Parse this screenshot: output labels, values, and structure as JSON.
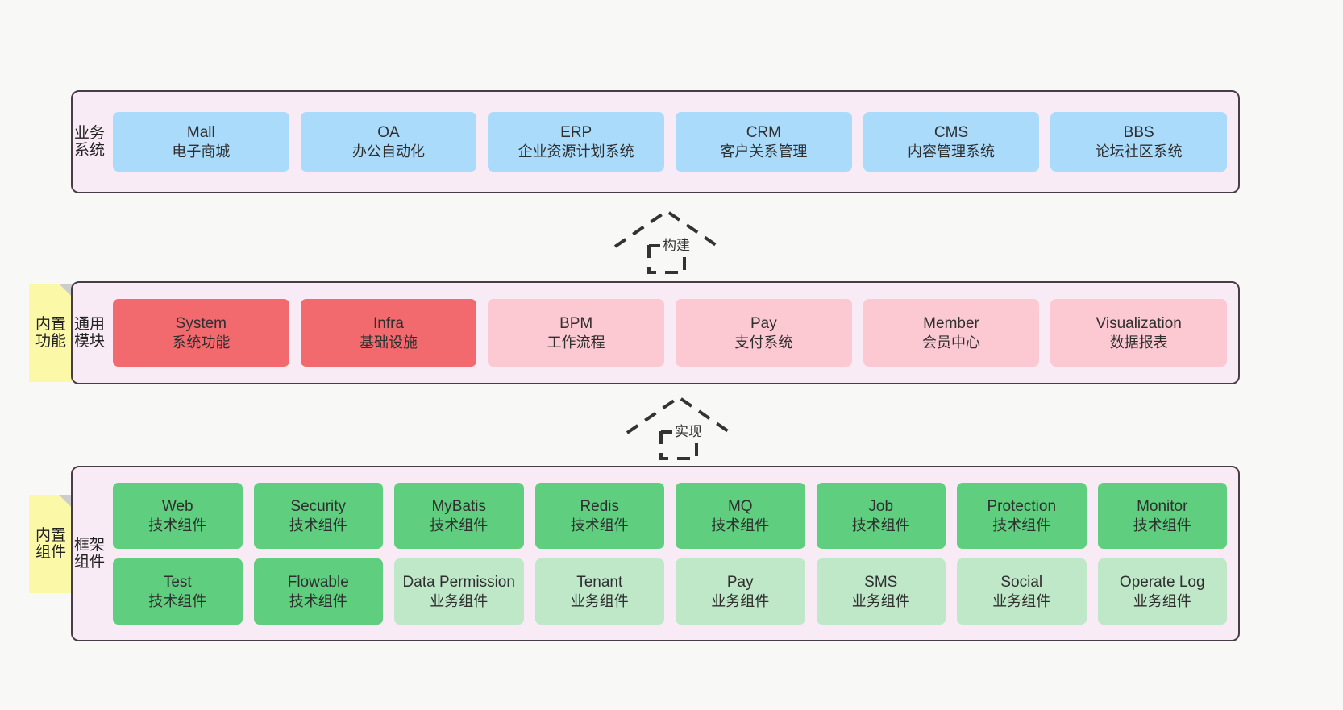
{
  "layers": [
    {
      "title": "业务系统",
      "name": "business-systems",
      "cards": [
        {
          "en": "Mall",
          "cn": "电子商城"
        },
        {
          "en": "OA",
          "cn": "办公自动化"
        },
        {
          "en": "ERP",
          "cn": "企业资源计划系统"
        },
        {
          "en": "CRM",
          "cn": "客户关系管理"
        },
        {
          "en": "CMS",
          "cn": "内容管理系统"
        },
        {
          "en": "BBS",
          "cn": "论坛社区系统"
        }
      ]
    },
    {
      "title": "通用模块",
      "name": "common-modules",
      "cards": [
        {
          "en": "System",
          "cn": "系统功能"
        },
        {
          "en": "Infra",
          "cn": "基础设施"
        },
        {
          "en": "BPM",
          "cn": "工作流程"
        },
        {
          "en": "Pay",
          "cn": "支付系统"
        },
        {
          "en": "Member",
          "cn": "会员中心"
        },
        {
          "en": "Visualization",
          "cn": "数据报表"
        }
      ]
    },
    {
      "title": "框架组件",
      "name": "framework-components",
      "row1": [
        {
          "en": "Web",
          "cn": "技术组件"
        },
        {
          "en": "Security",
          "cn": "技术组件"
        },
        {
          "en": "MyBatis",
          "cn": "技术组件"
        },
        {
          "en": "Redis",
          "cn": "技术组件"
        },
        {
          "en": "MQ",
          "cn": "技术组件"
        },
        {
          "en": "Job",
          "cn": "技术组件"
        },
        {
          "en": "Protection",
          "cn": "技术组件"
        },
        {
          "en": "Monitor",
          "cn": "技术组件"
        }
      ],
      "row2": [
        {
          "en": "Test",
          "cn": "技术组件"
        },
        {
          "en": "Flowable",
          "cn": "技术组件"
        },
        {
          "en": "Data Permission",
          "cn": "业务组件"
        },
        {
          "en": "Tenant",
          "cn": "业务组件"
        },
        {
          "en": "Pay",
          "cn": "业务组件"
        },
        {
          "en": "SMS",
          "cn": "业务组件"
        },
        {
          "en": "Social",
          "cn": "业务组件"
        },
        {
          "en": "Operate Log",
          "cn": "业务组件"
        }
      ]
    }
  ],
  "stickies": [
    {
      "text": "内置功能",
      "name": "builtin-features"
    },
    {
      "text": "内置组件",
      "name": "builtin-components"
    }
  ],
  "connectors": [
    {
      "label": "构建",
      "name": "build"
    },
    {
      "label": "实现",
      "name": "implement"
    }
  ],
  "colors": {
    "background": "#f8f8f7",
    "layer_fill": "#f9ebf5",
    "layer_border": "#4a3c46",
    "business_card": "#aadbfb",
    "common_card_primary": "#f2696e",
    "common_card_secondary": "#fcc9d2",
    "framework_tech": "#5fce7f",
    "framework_business": "#bfe8c9",
    "sticky": "#fbf8a8",
    "sticky_fold": "#cdcdcd",
    "connector": "#333333"
  }
}
